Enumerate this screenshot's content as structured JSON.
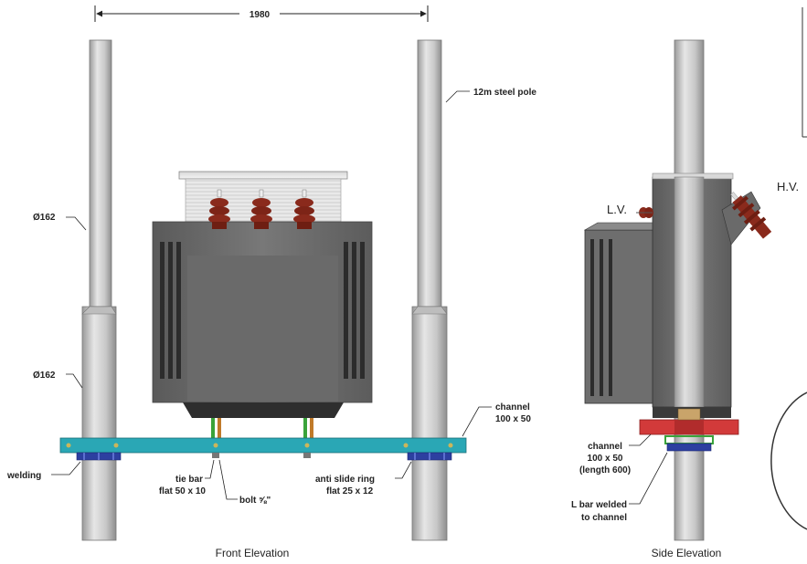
{
  "dimension": {
    "width_label": "1980"
  },
  "front": {
    "pole_label": "12m steel pole",
    "dia_upper": "Ø162",
    "dia_lower": "Ø162",
    "channel_line1": "channel",
    "channel_line2": "100 x 50",
    "welding": "welding",
    "tie_bar_line1": "tie bar",
    "tie_bar_line2": "flat 50 x 10",
    "bolt": "bolt ⅝\"",
    "ring_line1": "anti slide ring",
    "ring_line2": "flat 25 x 12",
    "caption": "Front Elevation"
  },
  "side": {
    "lv": "L.V.",
    "hv": "H.V.",
    "channel_line1": "channel",
    "channel_line2": "100 x 50",
    "channel_line3": "(length 600)",
    "lbar_line1": "L bar welded",
    "lbar_line2": "to channel",
    "caption": "Side Elevation"
  },
  "colors": {
    "pole": "#cfcfcf",
    "tank": "#6f6f6f",
    "bushing": "#8a2a1c",
    "channel_front": "#2aa7b5",
    "channel_side": "#d23a3a",
    "ring": "#2d3fa0"
  }
}
